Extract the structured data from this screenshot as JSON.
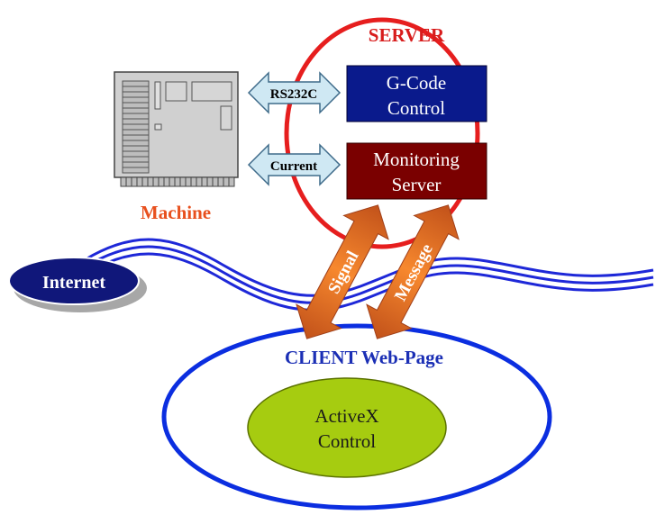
{
  "server": {
    "title": "SERVER"
  },
  "machine": {
    "label": "Machine"
  },
  "links": {
    "rs232c": "RS232C",
    "current": "Current"
  },
  "gcode": {
    "line1": "G-Code",
    "line2": "Control"
  },
  "monitoring": {
    "line1": "Monitoring",
    "line2": "Server"
  },
  "internet": {
    "label": "Internet"
  },
  "arrows": {
    "signal": "Signal",
    "message": "Message"
  },
  "client": {
    "title": "CLIENT Web-Page"
  },
  "activex": {
    "line1": "ActiveX",
    "line2": "Control"
  },
  "colors": {
    "server_ring": "#e61e1e",
    "server_title": "#d81c1c",
    "machine_label": "#e8501e",
    "gcode_box": "#0a1a8c",
    "monitoring_box": "#7a0000",
    "internet_oval": "#10177a",
    "client_ring": "#0b2ee0",
    "client_title": "#1b2fb5",
    "activex_fill": "#a6cc10",
    "signal_arrow": "#f07826",
    "link_arrow_fill": "#cfe8f3",
    "wave_line": "#1e28d8"
  }
}
